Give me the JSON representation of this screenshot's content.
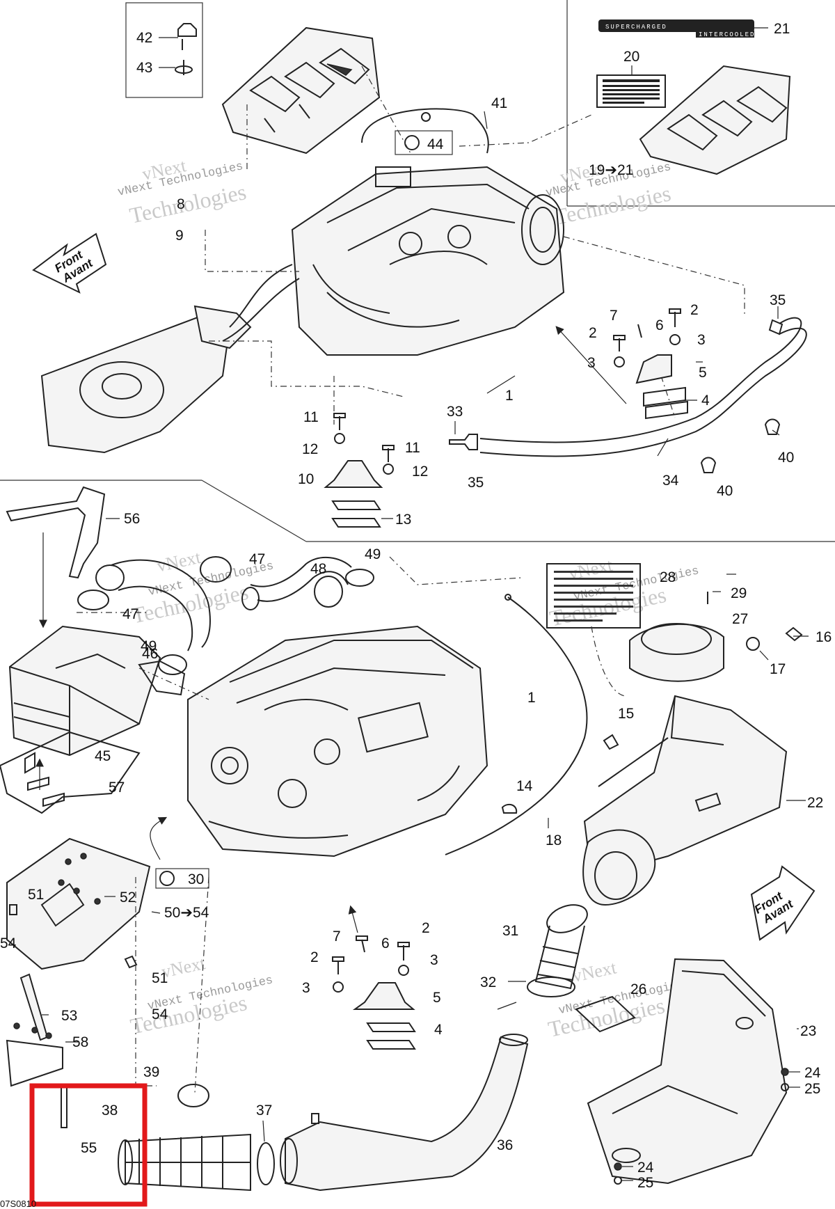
{
  "diagram": {
    "drawing_code": "07S0810",
    "watermark_lines": [
      "vNext Technologies",
      "vNext",
      "Technologies"
    ],
    "front_arrow": [
      "Front",
      "Avant"
    ],
    "decal_text": {
      "main": "SUPERCHARGED",
      "sub": "INTERCOOLED"
    },
    "highlight_color": "#e2191b",
    "callouts": {
      "c42": "42",
      "c43": "43",
      "c41": "41",
      "c44": "44",
      "c21": "21",
      "c20": "20",
      "c19_21": "19➔21",
      "c8": "8",
      "c9": "9",
      "c35a": "35",
      "c7a": "7",
      "c2a": "2",
      "c6a": "6",
      "c2b": "2",
      "c3a": "3",
      "c3b": "3",
      "c5a": "5",
      "c4a": "4",
      "c1a": "1",
      "c33": "33",
      "c11a": "11",
      "c12a": "12",
      "c11b": "11",
      "c12b": "12",
      "c10": "10",
      "c13": "13",
      "c35b": "35",
      "c34": "34",
      "c40a": "40",
      "c40b": "40",
      "c56": "56",
      "c47a": "47",
      "c48": "48",
      "c49a": "49",
      "c28": "28",
      "c29": "29",
      "c27": "27",
      "c16": "16",
      "c17": "17",
      "c47b": "47",
      "c46": "46",
      "c49b": "49",
      "c1b": "1",
      "c15": "15",
      "c45": "45",
      "c57": "57",
      "c14": "14",
      "c18": "18",
      "c22": "22",
      "c30": "30",
      "c51a": "51",
      "c52": "52",
      "c50_54": "50➔54",
      "c54a": "54",
      "c7b": "7",
      "c6b": "6",
      "c2c": "2",
      "c2d": "2",
      "c3c": "3",
      "c3d": "3",
      "c5b": "5",
      "c4b": "4",
      "c31": "31",
      "c32": "32",
      "c26": "26",
      "c51b": "51",
      "c54b": "54",
      "c53": "53",
      "c58": "58",
      "c23": "23",
      "c24a": "24",
      "c25a": "25",
      "c39": "39",
      "c38": "38",
      "c37": "37",
      "c55": "55",
      "c36": "36",
      "c24b": "24",
      "c25b": "25"
    }
  }
}
